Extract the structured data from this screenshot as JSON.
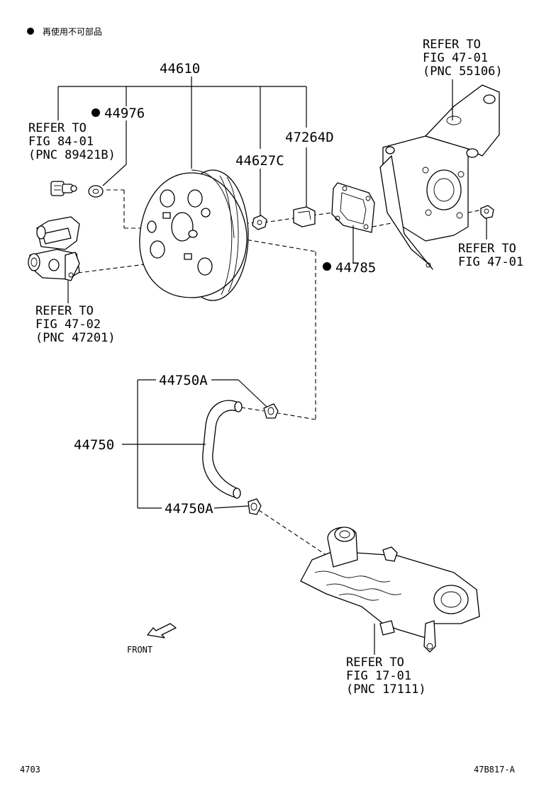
{
  "legend": {
    "bullet_symbol": "●",
    "text": "再使用不可部品"
  },
  "parts": {
    "p44610": "44610",
    "p44976": "44976",
    "p47264D": "47264D",
    "p44627C": "44627C",
    "p44785": "44785",
    "p44750A_top": "44750A",
    "p44750": "44750",
    "p44750A_bottom": "44750A"
  },
  "refs": {
    "ref_84_01": [
      "REFER TO",
      "FIG 84-01",
      "(PNC 89421B)"
    ],
    "ref_47_02": [
      "REFER TO",
      "FIG 47-02",
      "(PNC 47201)"
    ],
    "ref_47_01_top": [
      "REFER TO",
      "FIG 47-01",
      "(PNC 55106)"
    ],
    "ref_47_01_right": [
      "REFER TO",
      "FIG 47-01"
    ],
    "ref_17_01": [
      "REFER TO",
      "FIG 17-01",
      "(PNC 17111)"
    ]
  },
  "front_label": "FRONT",
  "footer": {
    "page_code": "4703",
    "drawing_id": "47B817-A"
  }
}
